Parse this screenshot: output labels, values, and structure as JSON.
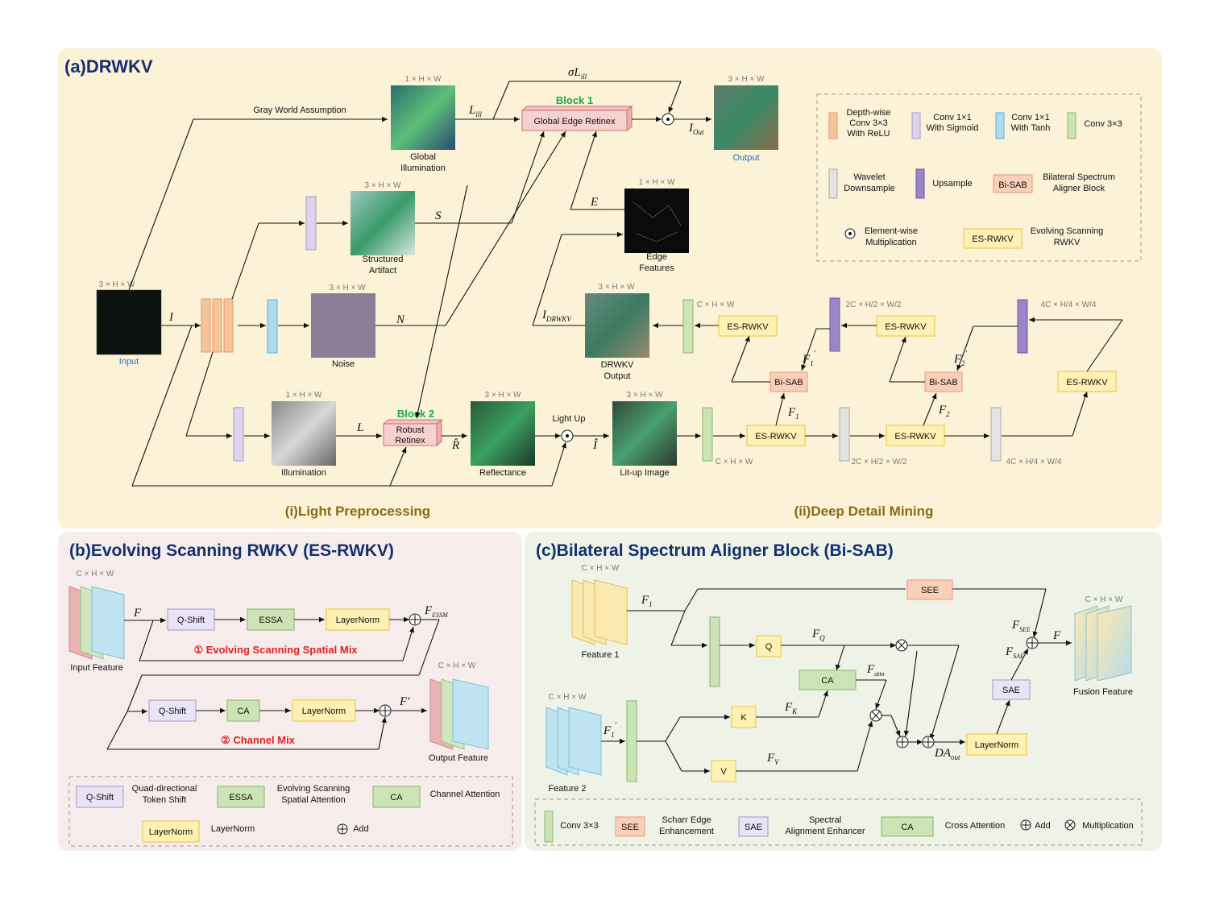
{
  "panel_a": {
    "title": "(a)DRWKV",
    "stage1": "(i)Light Preprocessing",
    "stage2": "(ii)Deep Detail Mining",
    "block1": "Block 1",
    "block1_box": "Global Edge Retinex",
    "block2": "Block 2",
    "block2_box": [
      "Robust",
      "Retinex"
    ],
    "gray_world": "Gray World Assumption",
    "light_up": "Light Up",
    "images": {
      "input": "Input",
      "global_illum": [
        "Global",
        "Illumination"
      ],
      "output": "Output",
      "structured": [
        "Structured",
        "Artifact"
      ],
      "edge": [
        "Edge",
        "Features"
      ],
      "noise": "Noise",
      "drwkv_out": [
        "DRWKV",
        "Output"
      ],
      "illumination": "Illumination",
      "reflectance": "Reflectance",
      "litup": "Lit-up Image"
    },
    "dims": {
      "chw3": "3 × H × W",
      "chw1": "1 × H × W",
      "c": "C × H × W",
      "c2": "2C × H/2 × W/2",
      "c4": "4C × H/4 × W/4"
    },
    "symbols": {
      "I": "I",
      "S": "S",
      "N": "N",
      "L": "L",
      "E": "E",
      "Lill": "L",
      "Lill_sub": "ill",
      "sigma": "σL",
      "sigma_sub": "ill",
      "Iout": "I",
      "Iout_sub": "Out",
      "Idrwkv": "I",
      "Idrwkv_sub": "DRWKV",
      "Rhat": "R̂",
      "Ihat": "Î",
      "F1": "F",
      "F1_sub": "1",
      "F2": "F",
      "F2_sub": "2",
      "F1p": "F",
      "F1p_sub": "1",
      "F2p": "F",
      "F2p_sub": "2",
      "prime": "'"
    },
    "esrwkv": "ES-RWKV",
    "bisab": "Bi-SAB",
    "legend": {
      "dw": [
        "Depth-wise",
        "Conv 3×3",
        "With ReLU"
      ],
      "sig": [
        "Conv 1×1",
        "With Sigmoid"
      ],
      "tanh": [
        "Conv 1×1",
        "With Tanh"
      ],
      "conv": "Conv 3×3",
      "wav": [
        "Wavelet",
        "Downsample"
      ],
      "up": "Upsample",
      "bisab": [
        "Bilateral Spectrum",
        "Aligner Block"
      ],
      "elem": [
        "Element-wise",
        "Multiplication"
      ],
      "es": [
        "Evolving Scanning",
        "RWKV"
      ]
    }
  },
  "panel_b": {
    "title": "(b)Evolving Scanning RWKV (ES-RWKV)",
    "input_feature": "Input Feature",
    "output_feature": "Output Feature",
    "qshift": "Q-Shift",
    "essa": "ESSA",
    "layernorm": "LayerNorm",
    "ca": "CA",
    "spatial_mix": "① Evolving Scanning Spatial Mix",
    "channel_mix": "② Channel Mix",
    "dim": "C × H × W",
    "F": "F",
    "Fessm": "F",
    "Fessm_sub": "ESSM",
    "Fprime": "F'",
    "legend": {
      "qshift": [
        "Quad-directional",
        "Token Shift"
      ],
      "essa": [
        "Evolving Scanning",
        "Spatial Attention"
      ],
      "ca": "Channel Attention",
      "ln": "LayerNorm",
      "add": "Add"
    }
  },
  "panel_c": {
    "title": "(c)Bilateral Spectrum Aligner Block (Bi-SAB)",
    "feature1": "Feature 1",
    "feature2": "Feature 2",
    "fusion": "Fusion Feature",
    "dim": "C × H × W",
    "see": "SEE",
    "sae": "SAE",
    "ca": "CA",
    "q": "Q",
    "k": "K",
    "v": "V",
    "layernorm": "LayerNorm",
    "syms": {
      "F1": "F",
      "F1_sub": "1",
      "F1p": "F",
      "F1p_sub": "1",
      "FQ": "F",
      "FQ_sub": "Q",
      "FK": "F",
      "FK_sub": "K",
      "FV": "F",
      "FV_sub": "V",
      "Fattn": "F",
      "Fattn_sub": "attn",
      "Fsee": "F",
      "Fsee_sub": "SEE",
      "Fsae": "F",
      "Fsae_sub": "SAE",
      "F": "F",
      "DA": "DA",
      "DA_sub": "out"
    },
    "legend": {
      "conv": "Conv 3×3",
      "see": [
        "Scharr Edge",
        "Enhancement"
      ],
      "sae": [
        "Spectral",
        "Alignment Enhancer"
      ],
      "ca": "Cross Attention",
      "add": "Add",
      "mult": "Multiplication"
    }
  },
  "colors": {
    "panel_a": "#fcf2d8",
    "panel_b": "#f7ecec",
    "panel_c": "#eef2e7",
    "title": "#14306e",
    "stage": "#8a6a14",
    "green_text": "#1ca94a",
    "red_text": "#e02020",
    "blue_text": "#1f6fd0"
  }
}
